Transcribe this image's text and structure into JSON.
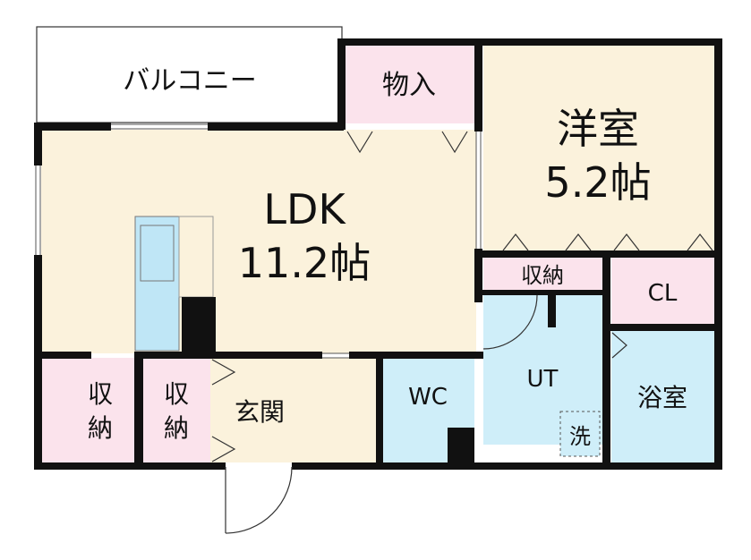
{
  "rooms": {
    "balcony": {
      "label": "バルコニー"
    },
    "storage_in": {
      "label": "物入"
    },
    "western_room": {
      "label": "洋室",
      "size": "5.2帖"
    },
    "ldk": {
      "label": "LDK",
      "size": "11.2帖"
    },
    "closet_mid": {
      "label": "収納"
    },
    "cl": {
      "label": "CL"
    },
    "closet_left_1": {
      "label_top": "収",
      "label_bottom": "納"
    },
    "closet_left_2": {
      "label_top": "収",
      "label_bottom": "納"
    },
    "entrance": {
      "label": "玄関"
    },
    "wc": {
      "label": "WC"
    },
    "ut": {
      "label": "UT"
    },
    "washer": {
      "label": "洗"
    },
    "bathroom": {
      "label": "浴室"
    }
  },
  "colors": {
    "ldk_floor": "#fbf2dc",
    "western_floor": "#fbf2dc",
    "storage_pink": "#fbe3ec",
    "wet_blue": "#cfeef9",
    "kitchen_blue": "#bfe6f6",
    "wall": "#111111"
  }
}
